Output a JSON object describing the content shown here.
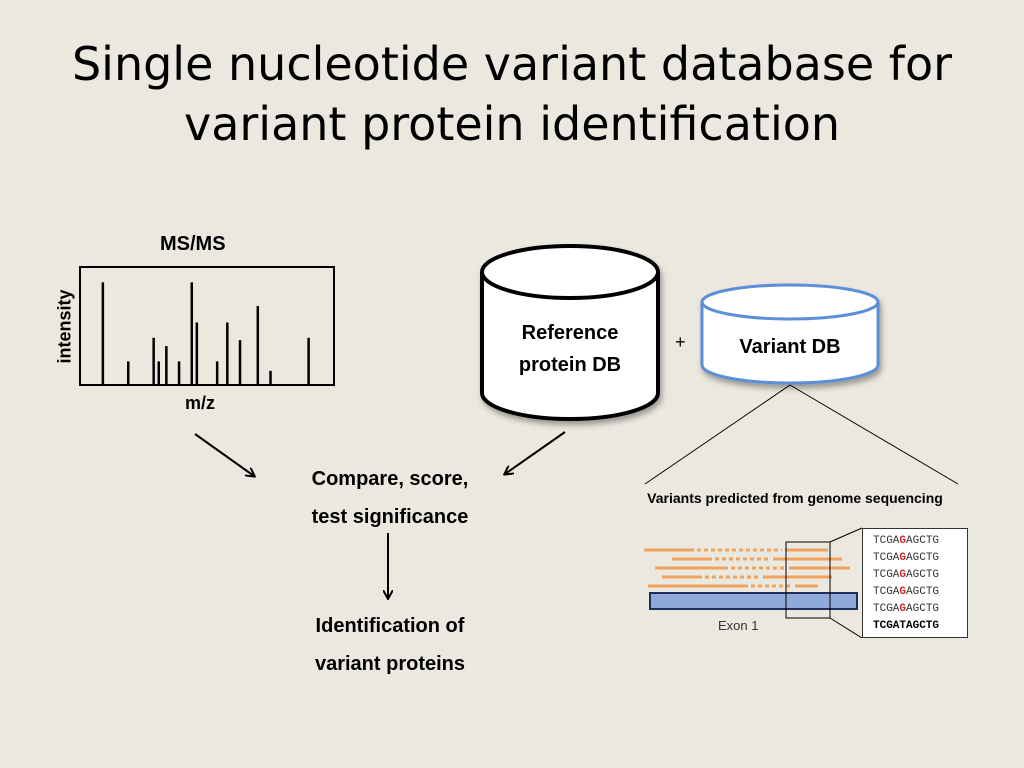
{
  "title": {
    "line1": "Single nucleotide variant database for",
    "line2": "variant protein identification"
  },
  "msms": {
    "title": "MS/MS",
    "ylabel": "intensity",
    "xlabel": "m/z",
    "peaks": [
      {
        "mz": 0.09,
        "intensity": 0.87
      },
      {
        "mz": 0.19,
        "intensity": 0.2
      },
      {
        "mz": 0.29,
        "intensity": 0.4
      },
      {
        "mz": 0.31,
        "intensity": 0.2
      },
      {
        "mz": 0.34,
        "intensity": 0.33
      },
      {
        "mz": 0.39,
        "intensity": 0.2
      },
      {
        "mz": 0.44,
        "intensity": 0.87
      },
      {
        "mz": 0.46,
        "intensity": 0.53
      },
      {
        "mz": 0.54,
        "intensity": 0.2
      },
      {
        "mz": 0.58,
        "intensity": 0.53
      },
      {
        "mz": 0.63,
        "intensity": 0.38
      },
      {
        "mz": 0.7,
        "intensity": 0.67
      },
      {
        "mz": 0.75,
        "intensity": 0.12
      },
      {
        "mz": 0.9,
        "intensity": 0.4
      }
    ]
  },
  "reference_db": {
    "line1": "Reference",
    "line2": "protein DB"
  },
  "plus_sign": "+",
  "variant_db": {
    "label": "Variant DB"
  },
  "compare": {
    "line1": "Compare, score,",
    "line2": "test significance"
  },
  "result": {
    "line1": "Identification of",
    "line2": "variant proteins"
  },
  "variants_caption": "Variants predicted from genome sequencing",
  "exon_label": "Exon 1",
  "sequences": {
    "variant_rows": [
      {
        "prefix": "TCGA",
        "mutant": "G",
        "suffix": "AGCTG"
      },
      {
        "prefix": "TCGA",
        "mutant": "G",
        "suffix": "AGCTG"
      },
      {
        "prefix": "TCGA",
        "mutant": "G",
        "suffix": "AGCTG"
      },
      {
        "prefix": "TCGA",
        "mutant": "G",
        "suffix": "AGCTG"
      },
      {
        "prefix": "TCGA",
        "mutant": "G",
        "suffix": "AGCTG"
      }
    ],
    "reference": "TCGATAGCTG"
  },
  "colors": {
    "background": "#ebe8df",
    "read": "#f0a35e",
    "exon_fill": "#8fa9d8",
    "exon_stroke": "#1f2f5a",
    "variant_db_border": "#5b8fd6",
    "mutation": "#d2232a"
  }
}
